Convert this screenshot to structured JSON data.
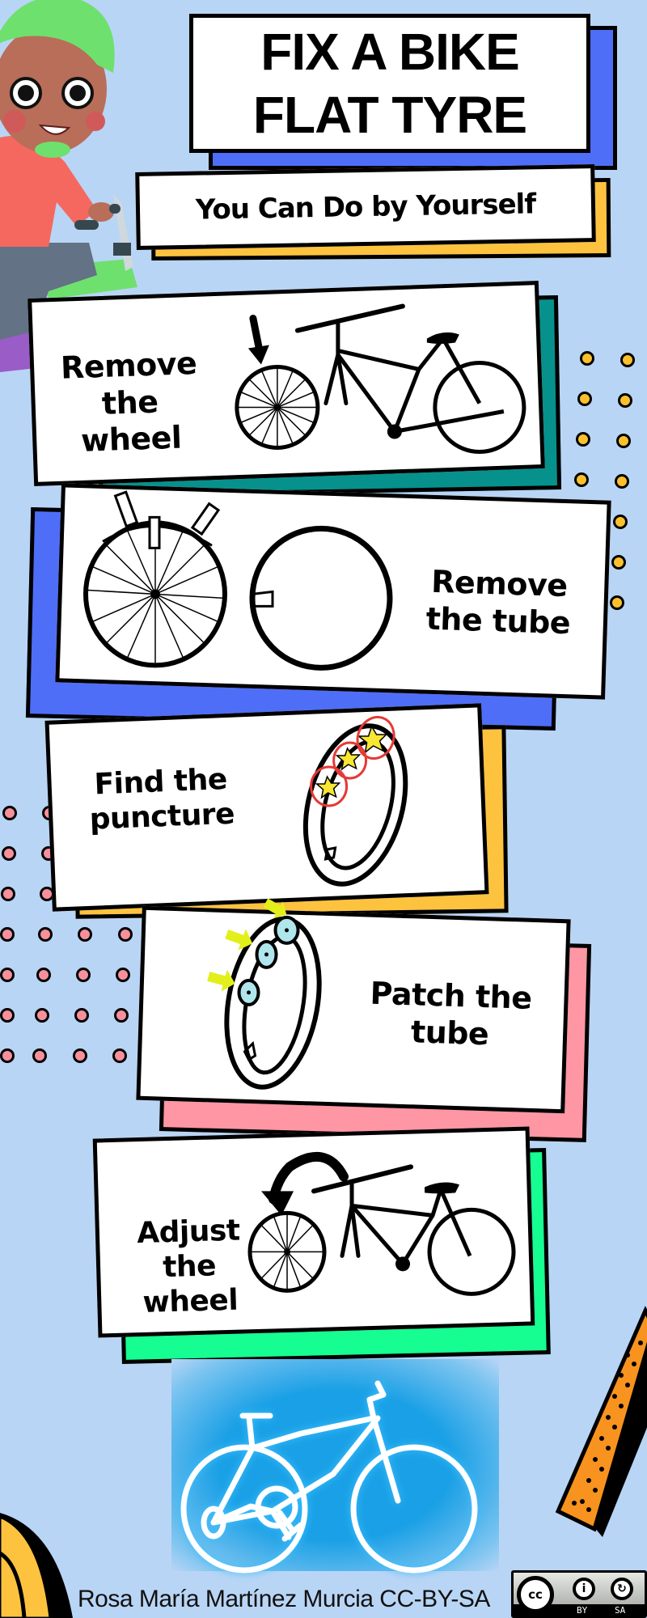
{
  "header": {
    "title_line1": "FIX A BIKE",
    "title_line2": "FLAT TYRE",
    "subtitle": "You Can Do by Yourself"
  },
  "steps": [
    {
      "label_line1": "Remove",
      "label_line2": "the wheel",
      "illustration": "bike-with-front-wheel-removed"
    },
    {
      "label_line1": "Remove",
      "label_line2": "the tube",
      "illustration": "wheel-and-inner-tube"
    },
    {
      "label_line1": "Find the",
      "label_line2": "puncture",
      "illustration": "tube-with-marked-punctures"
    },
    {
      "label_line1": "Patch the",
      "label_line2": "tube",
      "illustration": "tube-with-patches"
    },
    {
      "label_line1": "Adjust the",
      "label_line2": "wheel",
      "illustration": "bike-with-wheel-reattached"
    }
  ],
  "footer": {
    "credit": "Rosa María Martínez Murcia CC-BY-SA",
    "license_badge": {
      "cc": "cc",
      "by": "BY",
      "sa": "SA"
    }
  },
  "colors": {
    "background": "#b9d5f5",
    "title_shadow": "#4f6ef7",
    "subtitle_shadow": "#fdc33f",
    "step1_shadow": "#06918c",
    "step2_shadow": "#4f6ef7",
    "step3_shadow": "#fdc33f",
    "step4_shadow": "#ff96a4",
    "step5_shadow": "#16fd92",
    "neon_bike_bg": "#1aa0e6"
  }
}
